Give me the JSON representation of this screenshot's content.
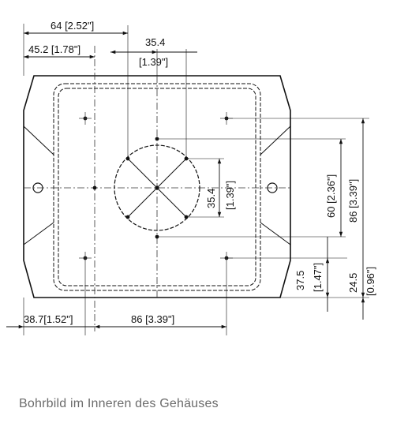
{
  "dimensions": {
    "top_overall": "64 [2.52\"]",
    "top_left": "45.2 [1.78\"]",
    "top_center_value": "35.4",
    "top_center_inch": "[1.39\"]",
    "center_vertical_value": "35.4",
    "center_vertical_inch": "[1.39\"]",
    "right_inner": "60 [2.36\"]",
    "right_outer": "86 [3.39\"]",
    "right_lower_value": "37.5",
    "right_lower_inch": "[1.47\"]",
    "right_bottom_value": "24.5",
    "right_bottom_inch": "[0.96\"]",
    "bottom_left": "38.7[1.52\"]",
    "bottom_width": "86 [3.39\"]"
  },
  "caption": "Bohrbild im Inneren des Gehäuses"
}
